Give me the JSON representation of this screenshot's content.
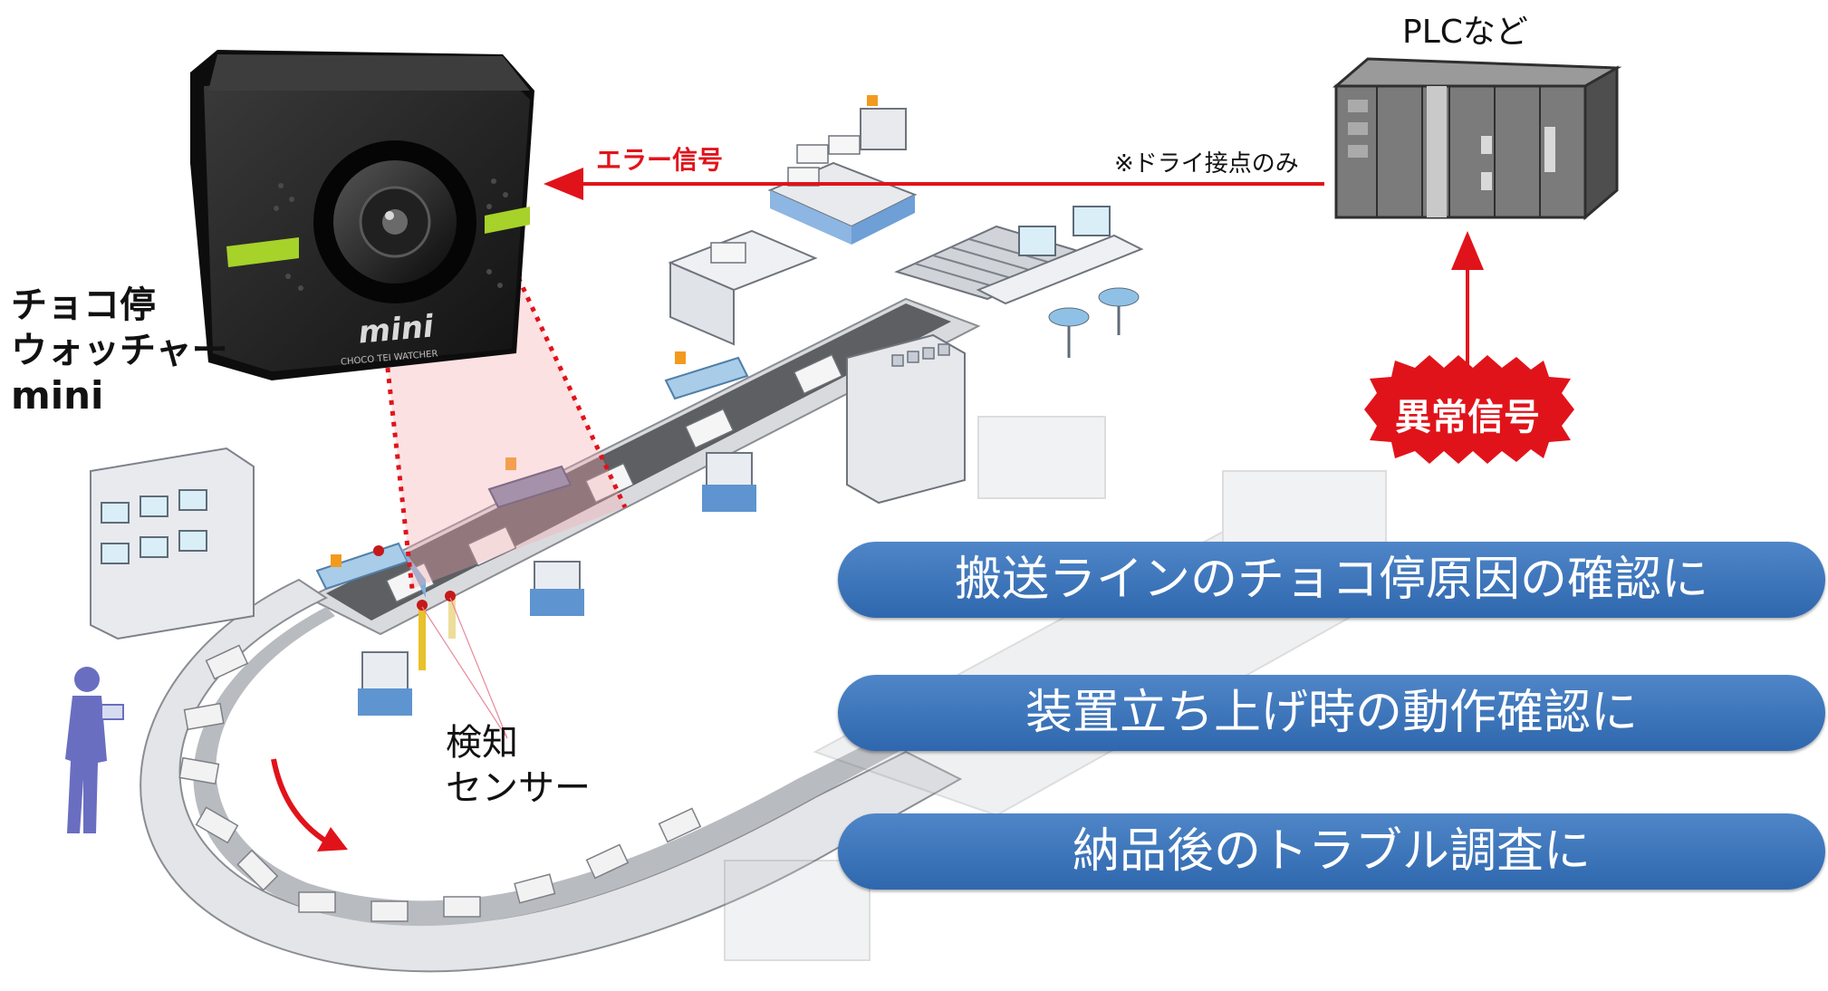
{
  "camera_label": {
    "line1": "チョコ停",
    "line2": "ウォッチャー",
    "line3": "mini"
  },
  "camera_marking": {
    "logo": "mini",
    "brand": "CHOCO TEI WATCHER"
  },
  "plc_label": "PLCなど",
  "error_signal_label": "エラー信号",
  "dry_contact_note": "※ドライ接点のみ",
  "abnormal_signal_label": "異常信号",
  "sensor_label": {
    "line1": "検知",
    "line2": "センサー"
  },
  "use_cases": [
    "搬送ラインのチョコ停原因の確認に",
    "装置立ち上げ時の動作確認に",
    "納品後のトラブル調査に"
  ],
  "colors": {
    "arrow_red": "#e1131a",
    "pill_blue": "#3a72b8",
    "camera_green": "#a6d22a",
    "camera_body": "#1c1c1c"
  }
}
